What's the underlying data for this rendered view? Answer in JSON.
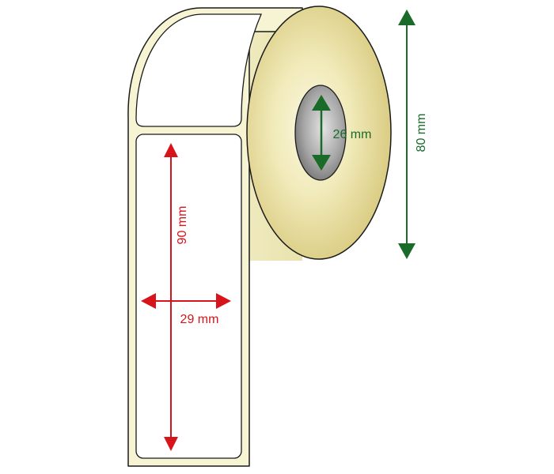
{
  "dimensions": {
    "label_height": "90 mm",
    "label_width": "29 mm",
    "core_diameter": "26 mm",
    "roll_diameter": "80 mm"
  },
  "colors": {
    "label_arrow": "#d8141b",
    "roll_arrow": "#1a6b2a",
    "liner": "#f6f4d2",
    "roll_face": "#e7dd9c",
    "core": "#8a8a8a",
    "outline": "#1a1a1a"
  }
}
